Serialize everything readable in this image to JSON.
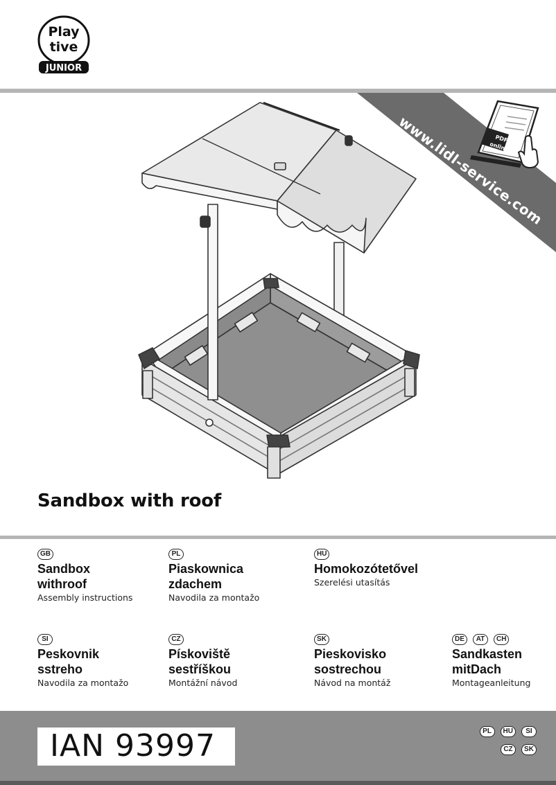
{
  "logo": {
    "line1": "Play",
    "line2": "tive",
    "line3": "JUNIOR"
  },
  "banner": {
    "url": "www.lidl-service.com",
    "pdf_label_1": "PDF",
    "pdf_label_2": "online"
  },
  "title": "Sandbox with roof",
  "languages": [
    {
      "codes": [
        "GB"
      ],
      "title_1": "Sandbox",
      "title_2": "withroof",
      "subtitle": "Assembly instructions"
    },
    {
      "codes": [
        "PL"
      ],
      "title_1": "Piaskownica",
      "title_2": "zdachem",
      "subtitle": "Navodila za montažo"
    },
    {
      "codes": [
        "HU"
      ],
      "title_1": "Homokozótetővel",
      "title_2": "",
      "subtitle": "Szerelési utasítás"
    },
    {
      "codes": [
        "SI"
      ],
      "title_1": "Peskovnik",
      "title_2": "sstreho",
      "subtitle": "Navodila za montažo"
    },
    {
      "codes": [
        "CZ"
      ],
      "title_1": "Pískoviště",
      "title_2": "sestříškou",
      "subtitle": "Montážní návod"
    },
    {
      "codes": [
        "SK"
      ],
      "title_1": "Pieskovisko",
      "title_2": "sostrechou",
      "subtitle": "Návod na montáž"
    },
    {
      "codes": [
        "DE",
        "AT",
        "CH"
      ],
      "title_1": "Sandkasten",
      "title_2": "mitDach",
      "subtitle": "Montageanleitung"
    }
  ],
  "footer": {
    "ian": "IAN 93997",
    "badges_row1": [
      "PL",
      "HU",
      "SI"
    ],
    "badges_row2": [
      "CZ",
      "SK"
    ]
  },
  "colors": {
    "rule_gray": "#b5b5b5",
    "banner_gray": "#6b6b6b",
    "footer_gray": "#8d8d8d"
  }
}
